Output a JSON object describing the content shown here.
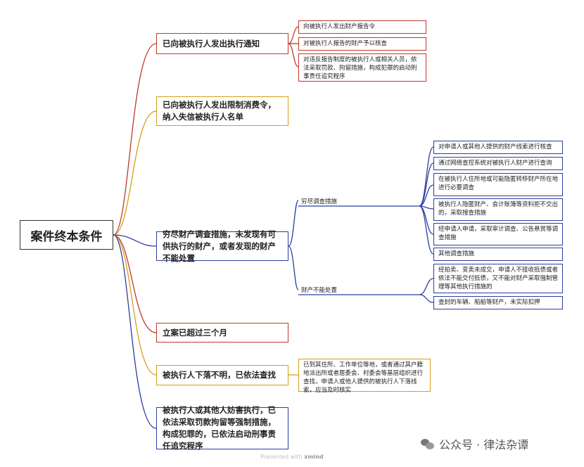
{
  "root": "案件终本条件",
  "branches": [
    {
      "text": "已向被执行人发出执行通知",
      "color": "#c0392b",
      "children": [
        "向被执行人发出财产报告令",
        "对被执行人报告的财产予以核查",
        "对违反报告制度的被执行人或相关人员，依法采取罚款、拘留措施，构成犯罪的启动刑事责任追究程序"
      ]
    },
    {
      "text": "已向被执行人发出限制消费令，纳入失信被执行人名单",
      "color": "#d4a017"
    },
    {
      "text": "穷尽财产调查措施，未发现有可供执行的财产，或者发现的财产不能处置",
      "color": "#2c3e9e",
      "groups": [
        {
          "label": "穷尽调查措施",
          "children": [
            "对申请人或其他人提供的财产线索进行核查",
            "通过网络查控系统对被执行人财产进行查询",
            "在被执行人住所地或可能隐匿转移财产所在地进行必要调查",
            "被执行人隐匿财产、会计账簿等资料拒不交出的，采取搜查措施",
            "经申请人申请，采取审计调查、公告悬赏等调查措施",
            "其他调查措施"
          ]
        },
        {
          "label": "财产不能处置",
          "children": [
            "经拍卖、变卖未成交，申请人不接收抵债或者依法不能交付抵债，又不能对财产采取强制管理等其他执行措施的",
            "查封的车辆、船舶等财产，未实际扣押"
          ]
        }
      ]
    },
    {
      "text": "立案已超过三个月",
      "color": "#c0392b"
    },
    {
      "text": "被执行人下落不明，已依法查找",
      "color": "#d4a017",
      "children": [
        "已到其住所、工作单位等地，或者通过其户籍地派出所或者居委会、村委会等基层组织进行查找，申请人或他人提供的被执行人下落线索，应当及时核实"
      ]
    },
    {
      "text": "被执行人或其他人妨害执行，已依法采取罚款拘留等强制措施，构成犯罪的，已依法启动刑事责任追究程序",
      "color": "#2c3e9e"
    }
  ],
  "footer": {
    "prefix": "Presented with",
    "brand": "xmind"
  },
  "watermark": "公众号 · 律法杂谭"
}
